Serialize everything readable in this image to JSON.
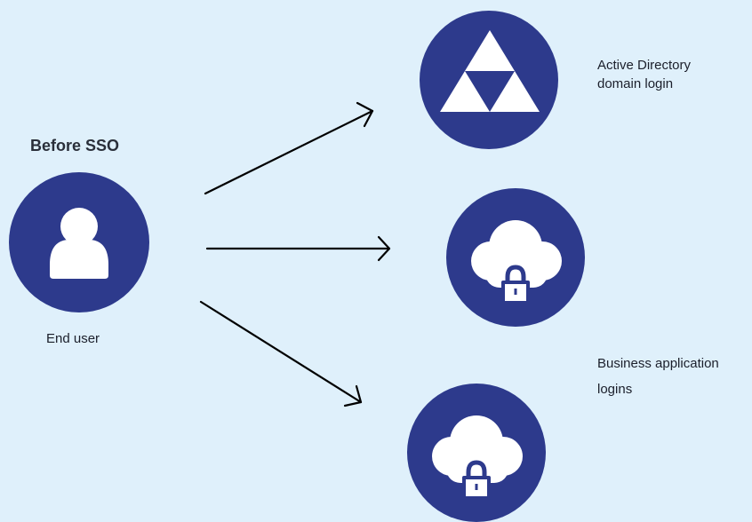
{
  "heading": "Before SSO",
  "user": {
    "label": "End user",
    "icon": "user-icon"
  },
  "targets": {
    "active_directory": {
      "label_line1": "Active Directory",
      "label_line2": "domain login",
      "icon": "active-directory-triangle-icon"
    },
    "business_apps": {
      "label_line1": "Business application",
      "label_line2": "logins",
      "icon": "cloud-lock-icon"
    }
  },
  "colors": {
    "background": "#dff0fb",
    "circle": "#2d3a8c",
    "icon": "#ffffff",
    "arrow": "#000000"
  }
}
